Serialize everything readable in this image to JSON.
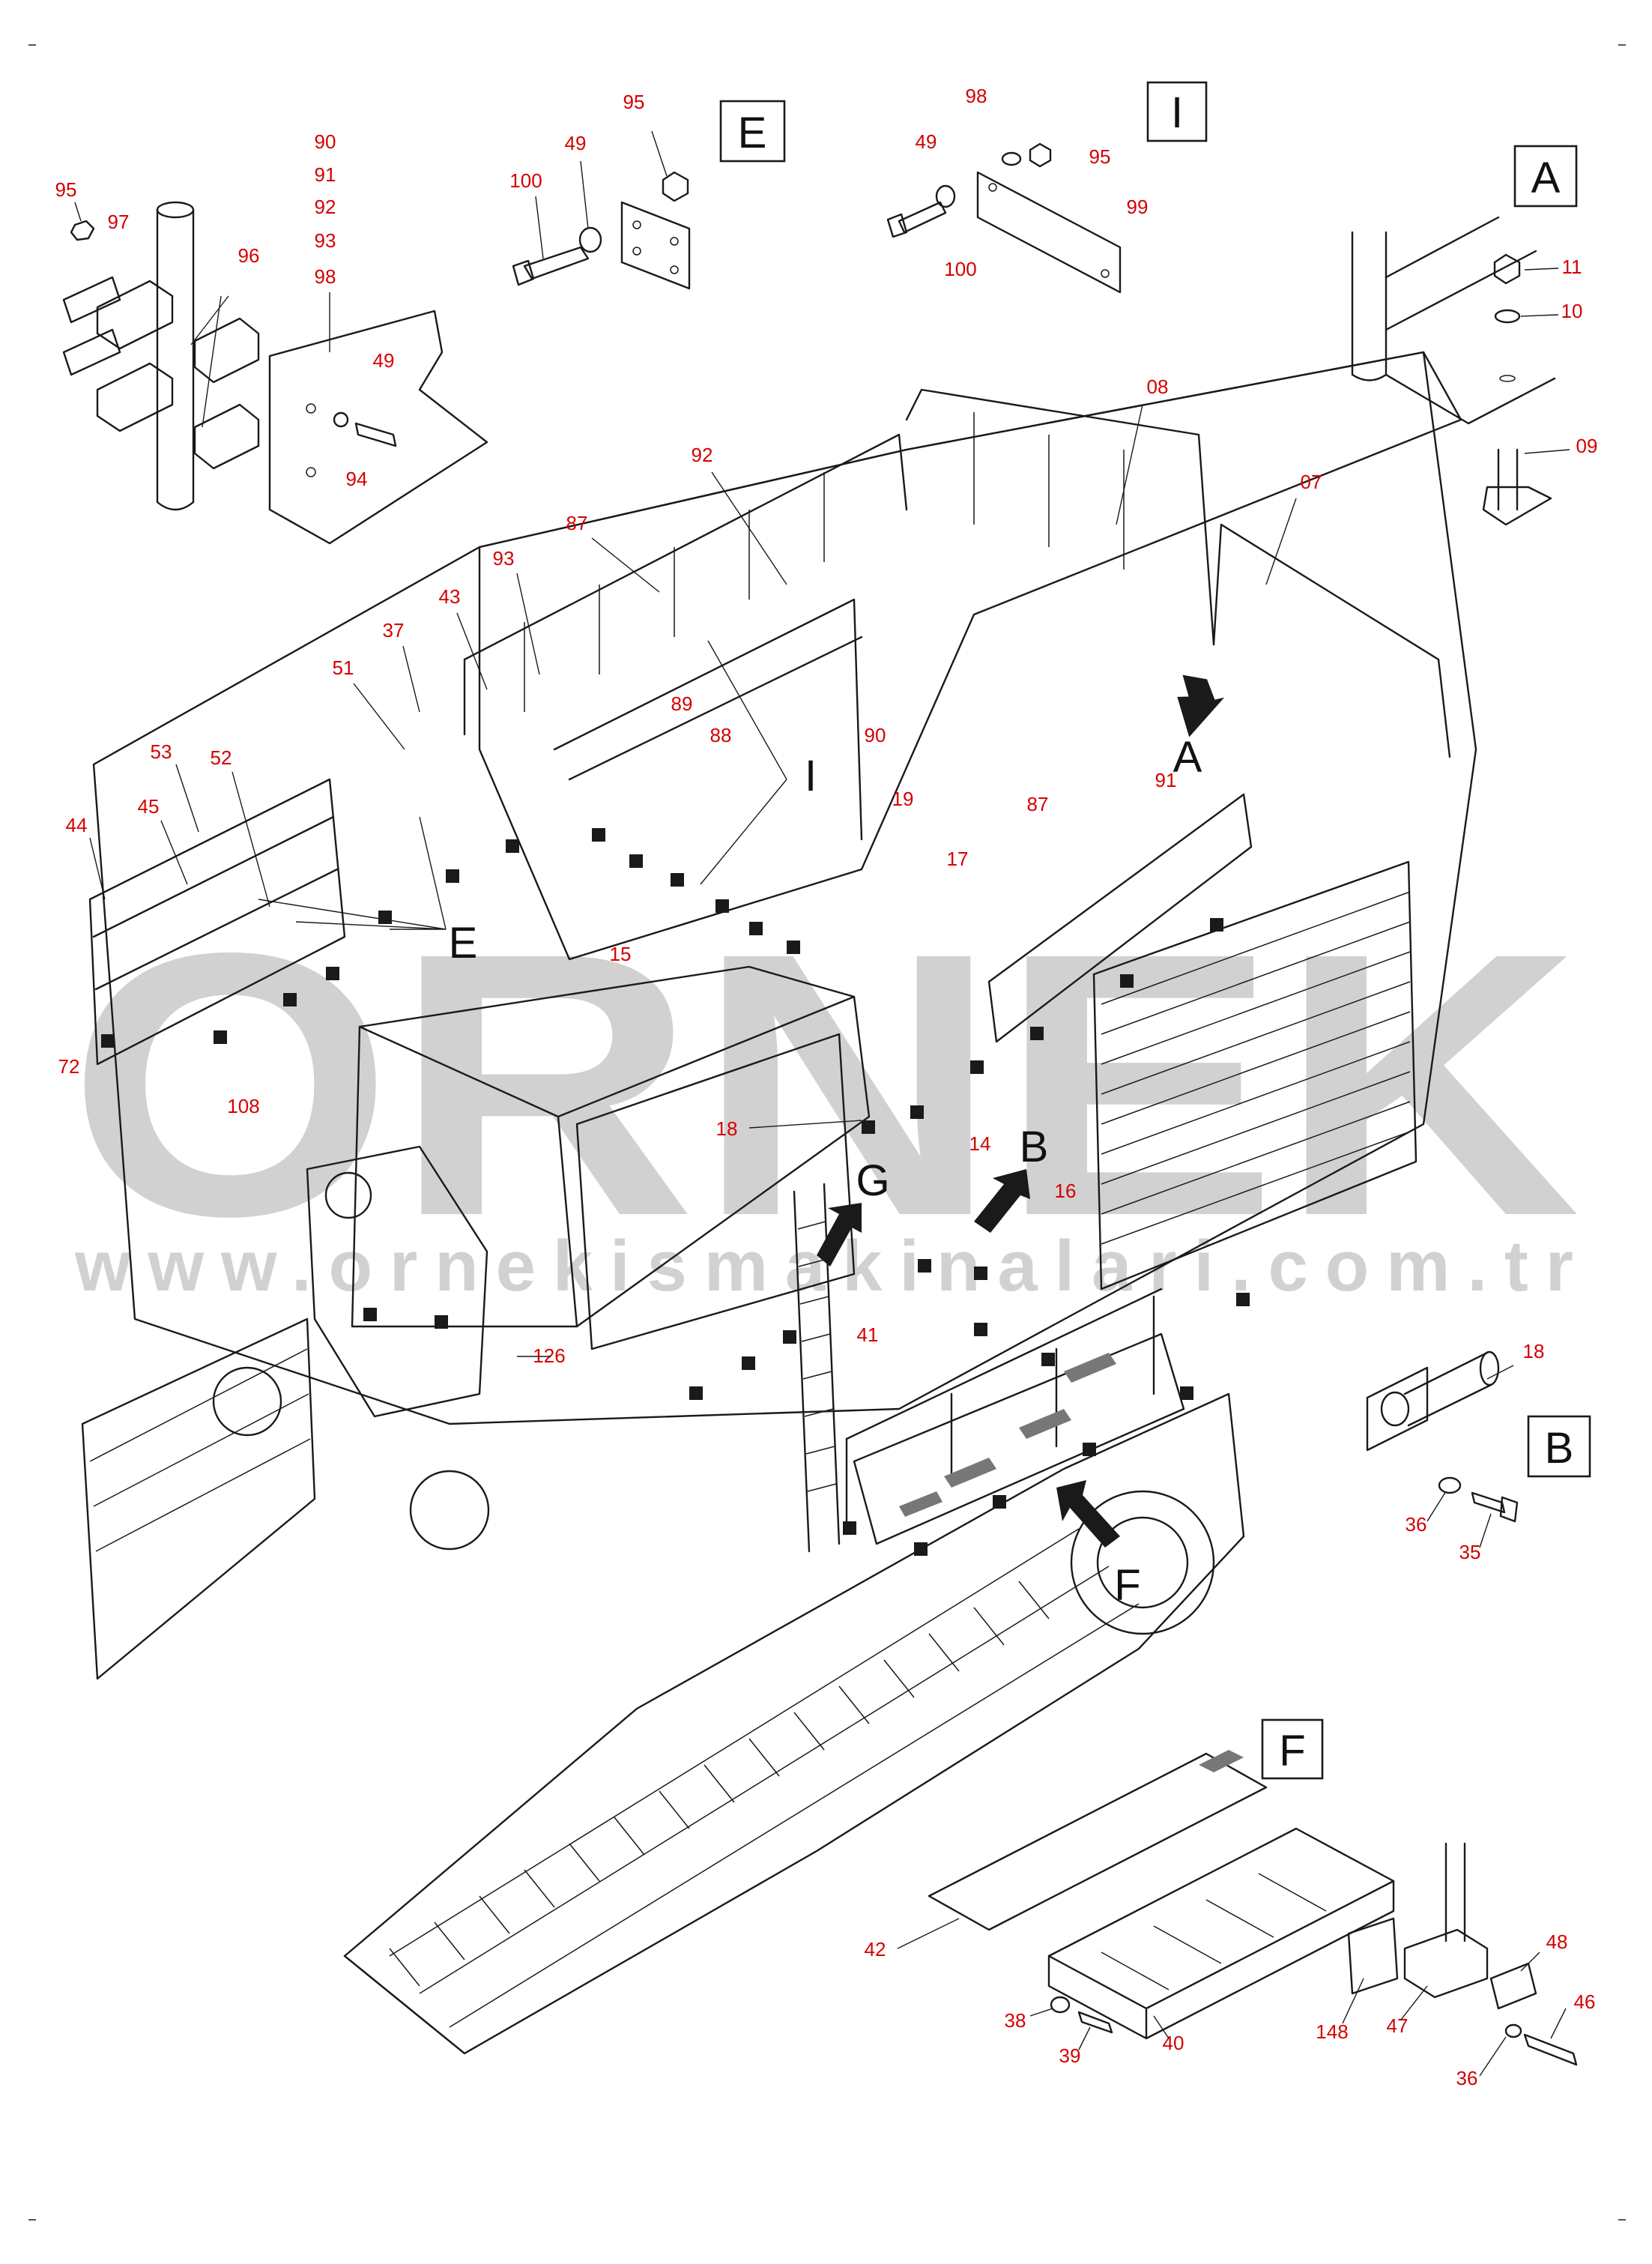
{
  "diagram": {
    "watermark": {
      "logo_text": "ORNEK",
      "url": "www.ornekismakinalari.com.tr"
    },
    "detail_views": [
      {
        "letter": "E",
        "parts": [
          "95",
          "49",
          "100"
        ]
      },
      {
        "letter": "I",
        "parts": [
          "98",
          "49",
          "95",
          "99",
          "100"
        ]
      },
      {
        "letter": "A",
        "parts": [
          "11",
          "10",
          "09"
        ]
      },
      {
        "letter": "B",
        "parts": [
          "18",
          "36",
          "35"
        ]
      },
      {
        "letter": "F",
        "parts": [
          "42",
          "38",
          "39",
          "40",
          "148",
          "47",
          "48",
          "46",
          "36"
        ]
      }
    ],
    "view_arrows": [
      "A",
      "B",
      "G",
      "F"
    ],
    "callout_markers": [
      "E",
      "I"
    ],
    "part_numbers": [
      "95",
      "97",
      "96",
      "90",
      "91",
      "92",
      "93",
      "98",
      "49",
      "94",
      "95",
      "49",
      "100",
      "98",
      "49",
      "95",
      "99",
      "100",
      "11",
      "10",
      "09",
      "08",
      "07",
      "92",
      "87",
      "93",
      "43",
      "37",
      "51",
      "53",
      "52",
      "44",
      "45",
      "72",
      "89",
      "88",
      "90",
      "19",
      "87",
      "91",
      "17",
      "15",
      "18",
      "14",
      "16",
      "108",
      "41",
      "126",
      "18",
      "36",
      "35",
      "42",
      "38",
      "39",
      "40",
      "148",
      "47",
      "48",
      "46",
      "36"
    ]
  }
}
